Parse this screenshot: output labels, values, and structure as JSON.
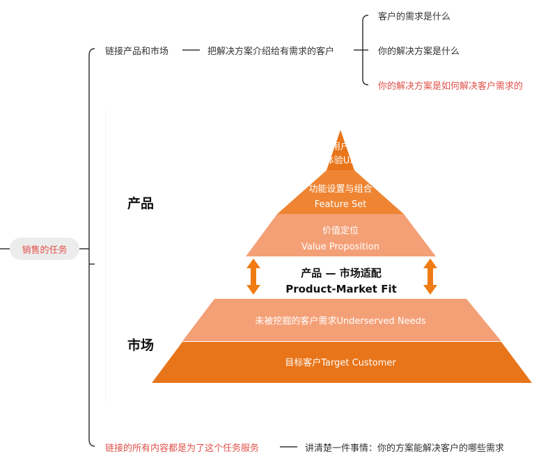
{
  "colors": {
    "orange_dark": "#e8751a",
    "orange_mid": "#f0873a",
    "orange_light": "#f4a077",
    "arrow": "#f07b13",
    "red_text": "#e0504a",
    "line": "#333333"
  },
  "mindmap": {
    "root": "销售的任务",
    "branch_top": "链接产品和市场",
    "branch_top_child": "把解决方案介绍给有需求的客户",
    "leaves": [
      "客户的需求是什么",
      "你的解决方案是什么",
      "你的解决方案是如何解决客户需求的"
    ],
    "branch_bottom": "链接的所有内容都是为了这个任务服务",
    "branch_bottom_child": "讲清楚一件事情：你的方案能解决客户的哪些需求"
  },
  "pyramid": {
    "label_product": "产品",
    "label_market": "市场",
    "tiers_top": [
      {
        "line1": "用户",
        "line2": "体验UX"
      },
      {
        "line1": "功能设置与组合",
        "line2": "Feature Set"
      },
      {
        "line1": "价值定位",
        "line2": "Value Proposition"
      }
    ],
    "fit_cn": "产品 — 市场适配",
    "fit_en": "Product-Market Fit",
    "tiers_bottom": [
      "未被挖掘的客户需求Underserved Needs",
      "目标客户Target Customer"
    ]
  }
}
